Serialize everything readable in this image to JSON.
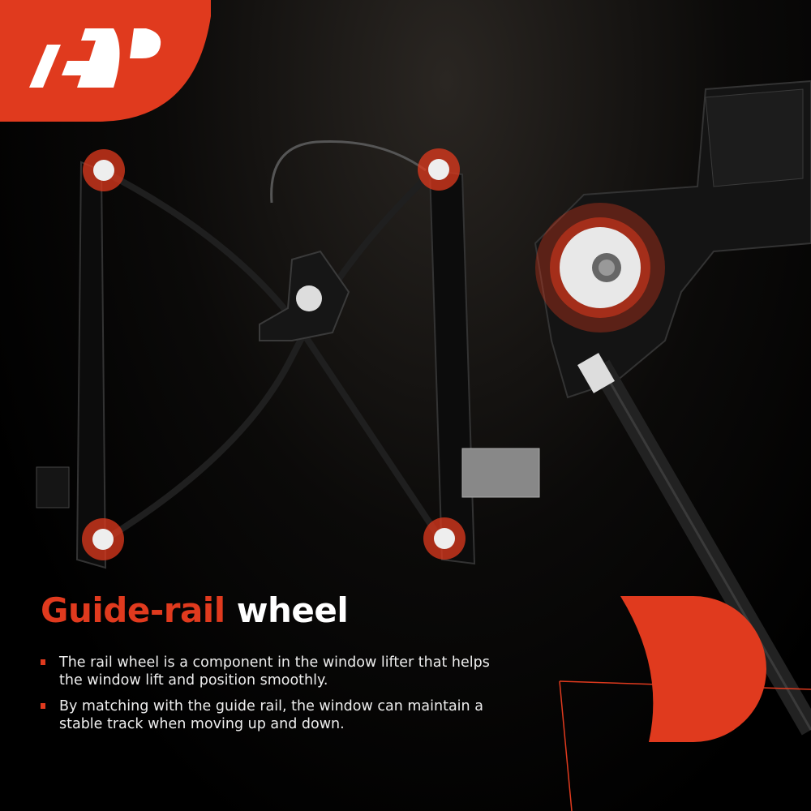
{
  "brand": {
    "logo_text": "A-P",
    "accent_color": "#e03a1e"
  },
  "headline": {
    "highlight": "Guide-rail",
    "rest": "wheel"
  },
  "bullets": [
    "The rail wheel is a component in the window lifter that helps the window lift and position smoothly.",
    "By matching with the guide rail, the window can maintain a stable track when moving up and down."
  ]
}
